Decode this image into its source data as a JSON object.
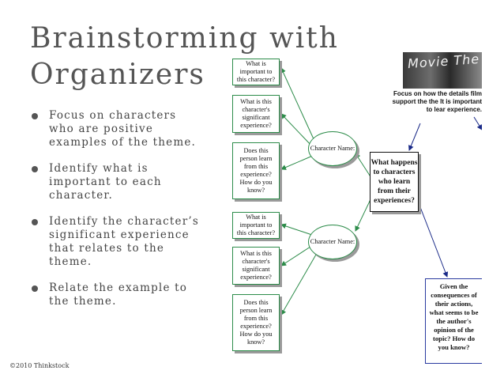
{
  "title": {
    "line1": "Brainstorming with",
    "line2": "Organizers"
  },
  "bullets": [
    "Focus on characters who are positive examples of the theme.",
    "Identify what is important to each character.",
    "Identify the character’s significant experience that relates to the theme.",
    "Relate the example to the theme."
  ],
  "copyright": "©2010 Thinkstock",
  "diagram": {
    "top_group": {
      "q1": "What is important to this character?",
      "q2": "What is this character's significant experience?",
      "q3": "Does this person learn from this experience? How do you know?",
      "oval": "Character Name:"
    },
    "bottom_group": {
      "q1": "What is important to this character?",
      "q2": "What is this character's significant experience?",
      "q3": "Does this person learn from this experience? How do you know?",
      "oval": "Character Name:"
    },
    "center_box": "What happens to characters who learn from their experiences?",
    "photo_text": "Movie The",
    "focus_note": "Focus on how the details film support the the It is important to lear experience.",
    "given_box": "Given the consequences of their actions, what seems to be the author's opinion of the topic? How do you know?",
    "colors": {
      "line": "#2d8c4a",
      "arrow_dark": "#1a2a88"
    }
  }
}
